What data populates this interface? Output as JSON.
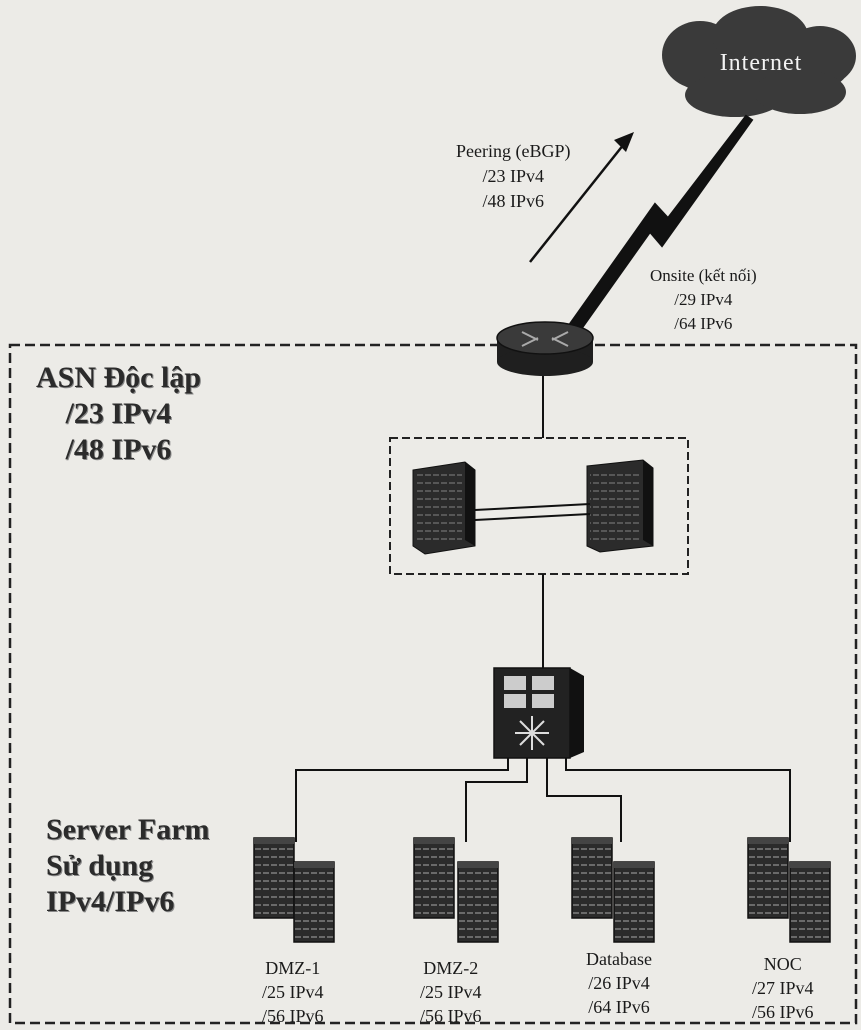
{
  "internet": {
    "label": "Internet"
  },
  "peering": {
    "line1": "Peering (eBGP)",
    "line2": "/23 IPv4",
    "line3": "/48 IPv6"
  },
  "onsite": {
    "line1": "Onsite (kết nối)",
    "line2": "/29 IPv4",
    "line3": "/64 IPv6"
  },
  "asn": {
    "line1": "ASN Độc lập",
    "line2": "/23 IPv4",
    "line3": "/48 IPv6"
  },
  "server_farm": {
    "line1": "Server Farm",
    "line2": "Sử dụng",
    "line3": "IPv4/IPv6"
  },
  "farms": [
    {
      "name": "DMZ-1",
      "ipv4": "/25 IPv4",
      "ipv6": "/56 IPv6"
    },
    {
      "name": "DMZ-2",
      "ipv4": "/25 IPv4",
      "ipv6": "/56 IPv6"
    },
    {
      "name": "Database",
      "ipv4": "/26 IPv4",
      "ipv6": "/64 IPv6"
    },
    {
      "name": "NOC",
      "ipv4": "/27 IPv4",
      "ipv6": "/56 IPv6"
    }
  ],
  "colors": {
    "device": "#2a2a2a",
    "cloud": "#3a3a3a",
    "border": "#222222",
    "background": "#ecebe7"
  }
}
